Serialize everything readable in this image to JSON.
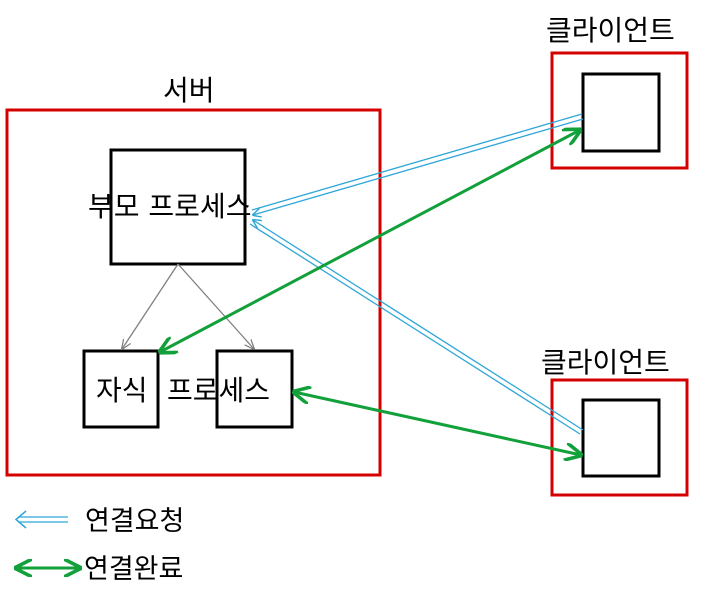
{
  "server": {
    "label": "서버",
    "parent_process": "부모 프로세스",
    "child_process_a": "자식",
    "child_process_b": "프로세스"
  },
  "clients": [
    {
      "label": "클라이언트"
    },
    {
      "label": "클라이언트"
    }
  ],
  "legend": {
    "request_label": "연결요청",
    "complete_label": "연결완료"
  },
  "colors": {
    "container_border": "#d40000",
    "request_arrow": "#2ea7d8",
    "complete_arrow": "#12a03a",
    "spawn_arrow": "#7f7f7f",
    "box_border": "#000000"
  }
}
